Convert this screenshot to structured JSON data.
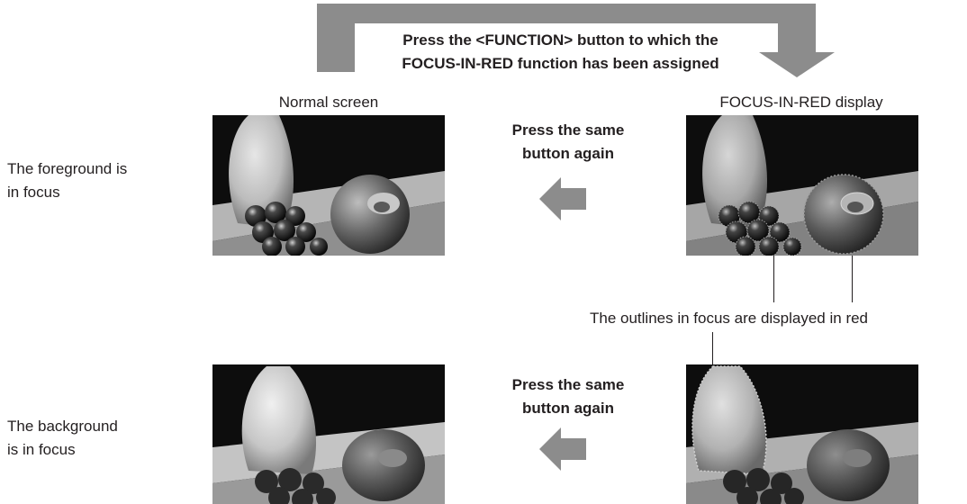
{
  "top_instruction": {
    "line1": "Press the <FUNCTION> button to which the",
    "line2": "FOCUS-IN-RED function has been assigned"
  },
  "headers": {
    "normal": "Normal screen",
    "focus_in_red": "FOCUS-IN-RED display"
  },
  "rows": [
    {
      "label_line1": "The foreground is",
      "label_line2": "in focus",
      "middle_line1": "Press the same",
      "middle_line2": "button again"
    },
    {
      "label_line1": "The background",
      "label_line2": "is in focus",
      "middle_line1": "Press the same",
      "middle_line2": "button again"
    }
  ],
  "callout": "The outlines in focus are displayed in red",
  "colors": {
    "arrow_gray": "#8c8c8c",
    "text": "#231f20",
    "photo_bg": "#0d0d0d"
  }
}
